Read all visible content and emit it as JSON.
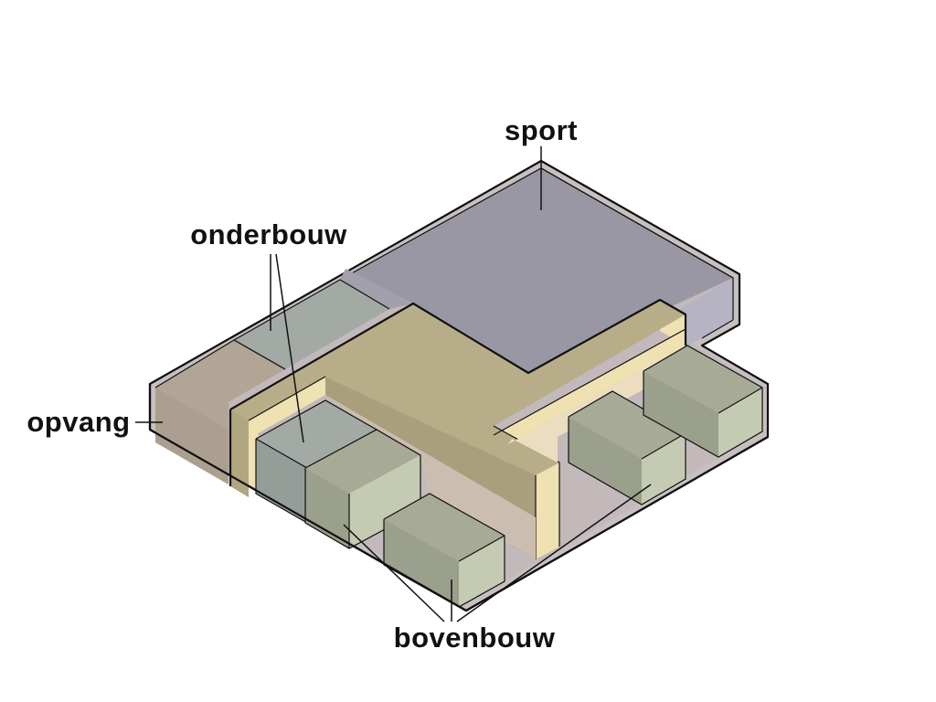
{
  "diagram": {
    "type": "isometric building massing diagram",
    "labels": {
      "sport": "sport",
      "onderbouw": "onderbouw",
      "opvang": "opvang",
      "bovenbouw": "bovenbouw"
    },
    "colors": {
      "sport": "#9a97a4",
      "sport_side": "#b6b3c3",
      "onderbouw": "#a3aaa5",
      "onderbouw_side": "#959d99",
      "opvang": "#b1a596",
      "opvang_side": "#a69b8b",
      "central_top": "#b7ae89",
      "central_side_light": "#efe1b1",
      "central_side_dark": "#a99f7d",
      "bovenbouw_top": "#a7ab96",
      "bovenbouw_side_dark": "#9ba08c",
      "bovenbouw_side_light": "#c4cbb2",
      "floor": "#c3b9bb",
      "floor_beige": "#cbbdb0",
      "courtyard": "#ecdcc0",
      "rim": "#c8c0c0",
      "outline": "#111111"
    }
  }
}
